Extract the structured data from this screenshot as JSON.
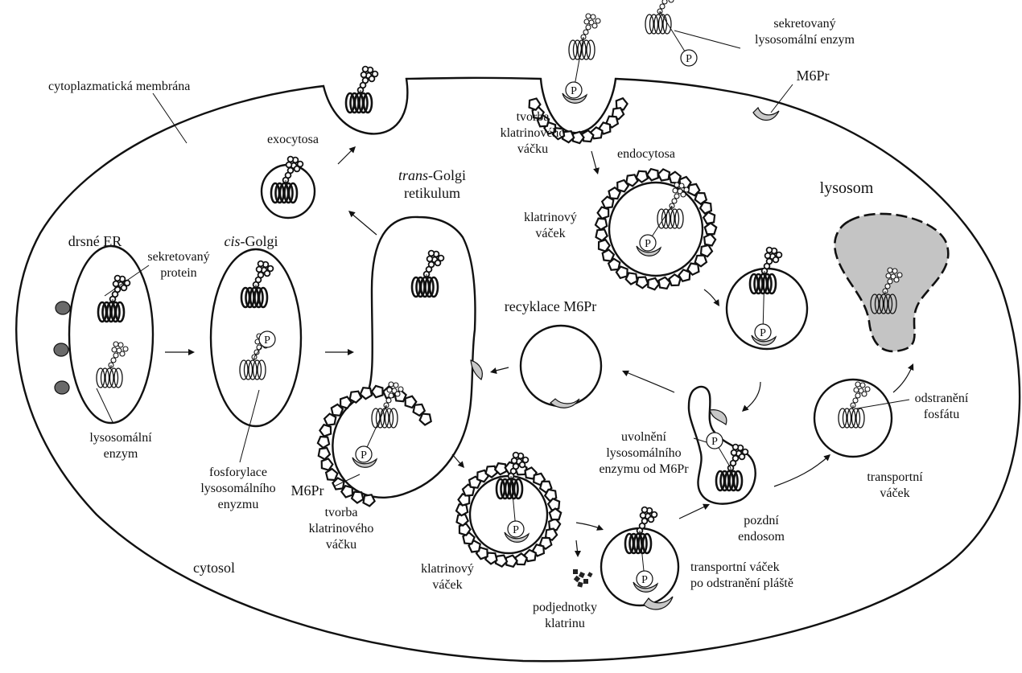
{
  "labels": {
    "cytoplasmic_membrane": "cytoplazmatická membrána",
    "exocytosis": "exocytosa",
    "rough_er": "drsné ER",
    "secreted_protein": "sekretovaný\nprotein",
    "lysosomal_enzyme": "lysosomální\nenzym",
    "cis_golgi": "cis-Golgi",
    "phosphorylation": "fosforylace\nlysosomálního\nenyzmu",
    "trans_golgi": "trans-Golgi\nretikulum",
    "m6pr_bottom": "M6Pr",
    "clathrin_formation_bottom": "tvorba\nklatrinového\nváčku",
    "cytosol": "cytosol",
    "clathrin_vesicle_bottom": "klatrinový\nváček",
    "clathrin_subunits": "podjednotky\nklatrinu",
    "transport_vesicle_uncoated": "transportní váček\npo odstranění pláště",
    "late_endosome": "pozdní\nendosom",
    "release_enzyme": "uvolnění\nlysosomálního\nenzymu od M6Pr",
    "recycling": "recyklace M6Pr",
    "clathrin_formation_top": "tvorba\nklatrinového\nváčku",
    "endocytosis": "endocytosa",
    "clathrin_vesicle_top": "klatrinový\nváček",
    "secreted_lysosomal_enzyme": "sekretovaný\nlysosomální enzym",
    "m6pr_top": "M6Pr",
    "lysosome": "lysosom",
    "phosphate_removal": "odstranění\nfosfátu",
    "transport_vesicle": "transportní\nváček"
  },
  "p_symbol": "P"
}
